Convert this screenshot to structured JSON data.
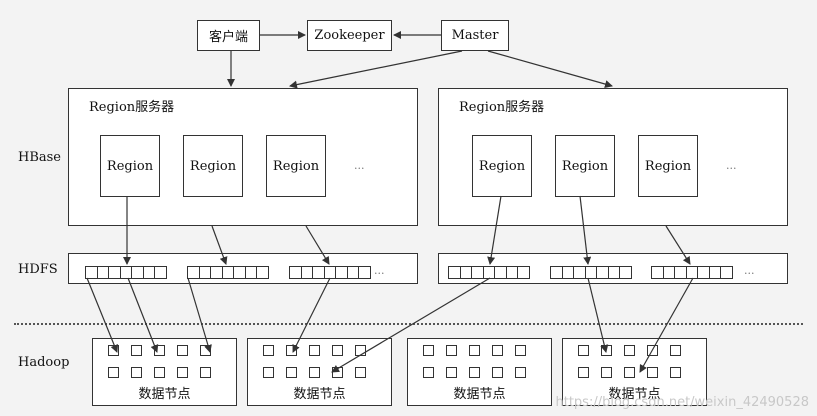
{
  "layers": {
    "hbase": "HBase",
    "hdfs": "HDFS",
    "hadoop": "Hadoop"
  },
  "top": {
    "client": "客户端",
    "zookeeper": "Zookeeper",
    "master": "Master"
  },
  "servers": [
    {
      "title": "Region服务器",
      "regions": [
        "Region",
        "Region",
        "Region"
      ],
      "more": "..."
    },
    {
      "title": "Region服务器",
      "regions": [
        "Region",
        "Region",
        "Region"
      ],
      "more": "..."
    }
  ],
  "hdfs_more": [
    "...",
    "..."
  ],
  "datanodes": [
    "数据节点",
    "数据节点",
    "数据节点",
    "数据节点"
  ],
  "watermark": "https://blog.csdn.net/weixin_42490528"
}
